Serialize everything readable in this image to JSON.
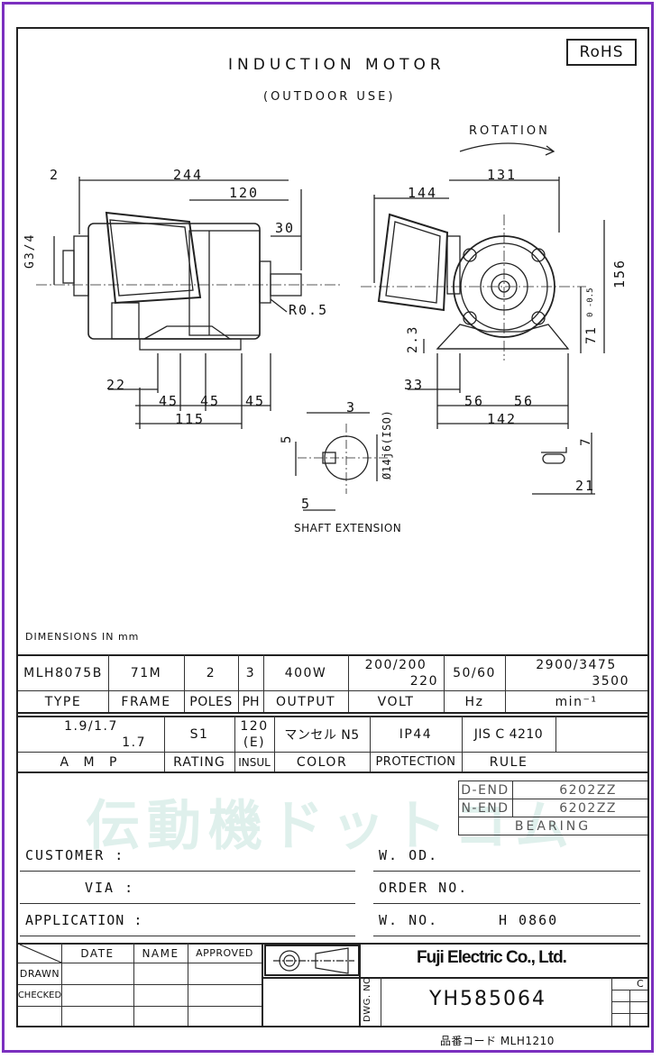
{
  "header": {
    "title": "INDUCTION MOTOR",
    "subtitle": "(OUTDOOR USE)",
    "rohs": "RoHS",
    "rotation": "ROTATION"
  },
  "dimensions": {
    "d2": "2",
    "d244": "244",
    "d120": "120",
    "d30": "30",
    "g34": "G3/4",
    "r05": "R0.5",
    "d22": "22",
    "d45a": "45",
    "d45b": "45",
    "d45c": "45",
    "d115": "115",
    "d144": "144",
    "d131": "131",
    "d156": "156",
    "d71": "71",
    "d71tol": "0 -0.5",
    "d23": "2.3",
    "d33": "33",
    "d56a": "56",
    "d56b": "56",
    "d142": "142",
    "d3": "3",
    "d5a": "5",
    "d5b": "5",
    "shaft_dia": "Ø14j6(ISO)",
    "d7": "7",
    "d21": "21",
    "shaft_extension": "SHAFT EXTENSION",
    "units_note": "DIMENSIONS IN mm"
  },
  "spec_row1": {
    "type": "MLH8075B",
    "frame": "71M",
    "poles": "2",
    "ph": "3",
    "output": "400W",
    "volt_line1": "200/200",
    "volt_line2": "220",
    "hz": "50/60",
    "rpm_line1": "2900/3475",
    "rpm_line2": "3500"
  },
  "spec_head1": {
    "type": "TYPE",
    "frame": "FRAME",
    "poles": "POLES",
    "ph": "PH",
    "output": "OUTPUT",
    "volt": "VOLT",
    "hz": "Hz",
    "rpm": "min⁻¹"
  },
  "spec_row2": {
    "amp_line1": "1.9/1.7",
    "amp_line2": "1.7",
    "rating": "S1",
    "insul_line1": "120",
    "insul_line2": "(E)",
    "color": "マンセル N5",
    "protection": "IP44",
    "rule": "JIS C 4210"
  },
  "spec_head2": {
    "amp": "A M P",
    "rating": "RATING",
    "insul": "INSUL",
    "color": "COLOR",
    "protection": "PROTECTION",
    "rule": "RULE"
  },
  "bearing": {
    "d_end_label": "D-END",
    "d_end_value": "6202ZZ",
    "n_end_label": "N-END",
    "n_end_value": "6202ZZ",
    "label": "BEARING"
  },
  "watermark": "伝動機ドットコム",
  "order": {
    "customer": "CUSTOMER :",
    "via": "VIA :",
    "application": "APPLICATION :",
    "wod": "W. OD.",
    "order_no": "ORDER NO.",
    "wno": "W. NO.",
    "wno_value": "H 0860"
  },
  "title_block": {
    "date": "DATE",
    "name": "NAME",
    "approved": "APPROVED",
    "drawn": "DRAWN",
    "checked": "CHECKED",
    "company": "Fuji Electric Co., Ltd.",
    "dwg_label": "DWG. NO",
    "dwg_no": "YH585064",
    "rev": "C"
  },
  "footer": {
    "part_code": "品番コード MLH1210"
  }
}
